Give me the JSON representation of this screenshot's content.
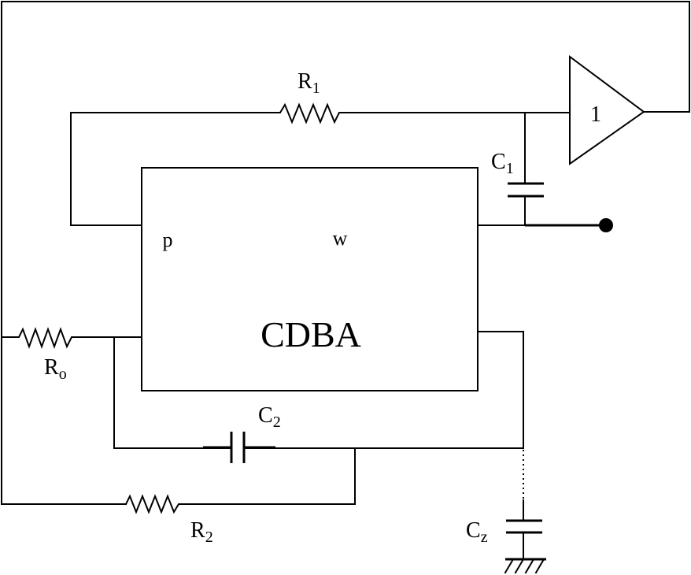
{
  "block": {
    "name": "CDBA",
    "terminal_p": "p",
    "terminal_w": "w"
  },
  "buffer": {
    "gain": "1"
  },
  "components": {
    "r1": {
      "letter": "R",
      "sub": "1"
    },
    "ro": {
      "letter": "R",
      "sub": "o"
    },
    "r2": {
      "letter": "R",
      "sub": "2"
    },
    "c1": {
      "letter": "C",
      "sub": "1"
    },
    "c2": {
      "letter": "C",
      "sub": "2"
    },
    "cz": {
      "letter": "C",
      "sub": "z"
    }
  },
  "colors": {
    "line": "#000000",
    "background": "#ffffff"
  },
  "icons": {
    "output_node": "filled-dot",
    "ground": "ground-symbol"
  }
}
